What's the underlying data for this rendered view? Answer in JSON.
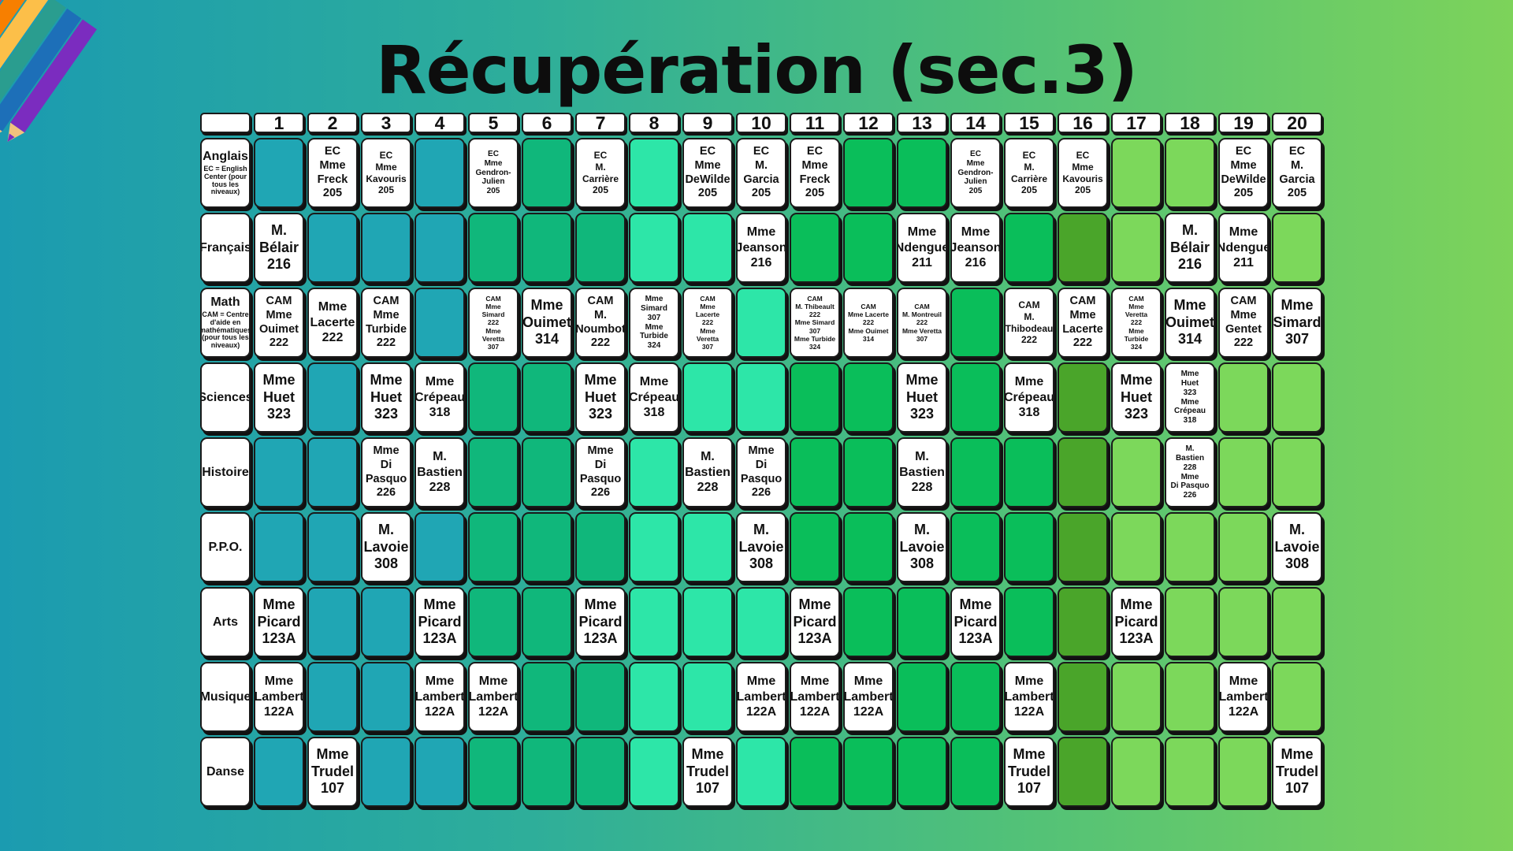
{
  "title": "Récupération (sec.3)",
  "day_numbers": [
    "1",
    "2",
    "3",
    "4",
    "5",
    "6",
    "7",
    "8",
    "9",
    "10",
    "11",
    "12",
    "13",
    "14",
    "15",
    "16",
    "17",
    "18",
    "19",
    "20"
  ],
  "column_colors": [
    "#20a6b4",
    "#20a6b4",
    "#20a6b4",
    "#20a6b4",
    "#10b77b",
    "#10b77b",
    "#10b77b",
    "#2de6a8",
    "#2de6a8",
    "#2de6a8",
    "#0abe5a",
    "#0abe5a",
    "#0abe5a",
    "#0abe5a",
    "#0abe5a",
    "#4aa52a",
    "#7cd85b",
    "#7cd85b",
    "#7cd85b",
    "#7cd85b"
  ],
  "rows": [
    {
      "subject": "Anglais",
      "note": "EC = English Center (pour tous les niveaux)",
      "cells": [
        null,
        "EC\nMme\nFreck\n205",
        "EC\nMme\nKavouris\n205",
        null,
        "EC\nMme\nGendron-\nJulien\n205",
        null,
        "EC\nM.\nCarrière\n205",
        null,
        "EC\nMme\nDeWilde\n205",
        "EC\nM.\nGarcia\n205",
        "EC\nMme\nFreck\n205",
        null,
        null,
        "EC\nMme\nGendron-\nJulien\n205",
        "EC\nM.\nCarrière\n205",
        "EC\nMme\nKavouris\n205",
        null,
        null,
        "EC\nMme\nDeWilde\n205",
        "EC\nM.\nGarcia\n205"
      ]
    },
    {
      "subject": "Français",
      "note": "",
      "cells": [
        "M.\nBélair\n216",
        null,
        null,
        null,
        null,
        null,
        null,
        null,
        null,
        "Mme\nJeanson\n216",
        null,
        null,
        "Mme\nNdengue\n211",
        "Mme\nJeanson\n216",
        null,
        null,
        null,
        "M.\nBélair\n216",
        "Mme\nNdengue\n211",
        null
      ]
    },
    {
      "subject": "Math",
      "note": "CAM = Centre d'aide en mathématiques (pour tous les niveaux)",
      "cells": [
        "CAM\nMme\nOuimet\n222",
        "Mme\nLacerte\n222",
        "CAM\nMme\nTurbide\n222",
        null,
        "CAM\nMme\nSimard\n222\nMme\nVeretta\n307",
        "Mme\nOuimet\n314",
        "CAM\nM.\nNoumbot\n222",
        "Mme\nSimard\n307\nMme\nTurbide\n324",
        "CAM\nMme\nLacerte\n222\nMme\nVeretta\n307",
        null,
        "CAM\nM. Thibeault\n222\nMme Simard\n307\nMme Turbide\n324",
        "CAM\nMme Lacerte\n222\nMme Ouimet\n314",
        "CAM\nM. Montreuil\n222\nMme Veretta\n307",
        null,
        "CAM\nM.\nThibodeau\n222",
        "CAM\nMme\nLacerte\n222",
        "CAM\nMme\nVeretta\n222\nMme\nTurbide\n324",
        "Mme\nOuimet\n314",
        "CAM\nMme\nGentet\n222",
        "Mme\nSimard\n307"
      ]
    },
    {
      "subject": "Sciences",
      "note": "",
      "cells": [
        "Mme\nHuet\n323",
        null,
        "Mme\nHuet\n323",
        "Mme\nCrépeau\n318",
        null,
        null,
        "Mme\nHuet\n323",
        "Mme\nCrépeau\n318",
        null,
        null,
        null,
        null,
        "Mme\nHuet\n323",
        null,
        "Mme\nCrépeau\n318",
        null,
        "Mme\nHuet\n323",
        "Mme\nHuet\n323\nMme\nCrépeau\n318",
        null,
        null
      ]
    },
    {
      "subject": "Histoire",
      "note": "",
      "cells": [
        null,
        null,
        "Mme\nDi\nPasquo\n226",
        "M.\nBastien\n228",
        null,
        null,
        "Mme\nDi\nPasquo\n226",
        null,
        "M.\nBastien\n228",
        "Mme\nDi\nPasquo\n226",
        null,
        null,
        "M.\nBastien\n228",
        null,
        null,
        null,
        null,
        "M.\nBastien\n228\nMme\nDi Pasquo\n226",
        null,
        null
      ]
    },
    {
      "subject": "P.P.O.",
      "note": "",
      "cells": [
        null,
        null,
        "M.\nLavoie\n308",
        null,
        null,
        null,
        null,
        null,
        null,
        "M.\nLavoie\n308",
        null,
        null,
        "M.\nLavoie\n308",
        null,
        null,
        null,
        null,
        null,
        null,
        "M.\nLavoie\n308"
      ]
    },
    {
      "subject": "Arts",
      "note": "",
      "cells": [
        "Mme\nPicard\n123A",
        null,
        null,
        "Mme\nPicard\n123A",
        null,
        null,
        "Mme\nPicard\n123A",
        null,
        null,
        null,
        "Mme\nPicard\n123A",
        null,
        null,
        "Mme\nPicard\n123A",
        null,
        null,
        "Mme\nPicard\n123A",
        null,
        null,
        null
      ]
    },
    {
      "subject": "Musique",
      "note": "",
      "cells": [
        "Mme\nLambert\n122A",
        null,
        null,
        "Mme\nLambert\n122A",
        "Mme\nLambert\n122A",
        null,
        null,
        null,
        null,
        "Mme\nLambert\n122A",
        "Mme\nLambert\n122A",
        "Mme\nLambert\n122A",
        null,
        null,
        "Mme\nLambert\n122A",
        null,
        null,
        null,
        "Mme\nLambert\n122A",
        null
      ]
    },
    {
      "subject": "Danse",
      "note": "",
      "cells": [
        null,
        "Mme\nTrudel\n107",
        null,
        null,
        null,
        null,
        null,
        null,
        "Mme\nTrudel\n107",
        null,
        null,
        null,
        null,
        null,
        "Mme\nTrudel\n107",
        null,
        null,
        null,
        null,
        "Mme\nTrudel\n107"
      ]
    }
  ]
}
